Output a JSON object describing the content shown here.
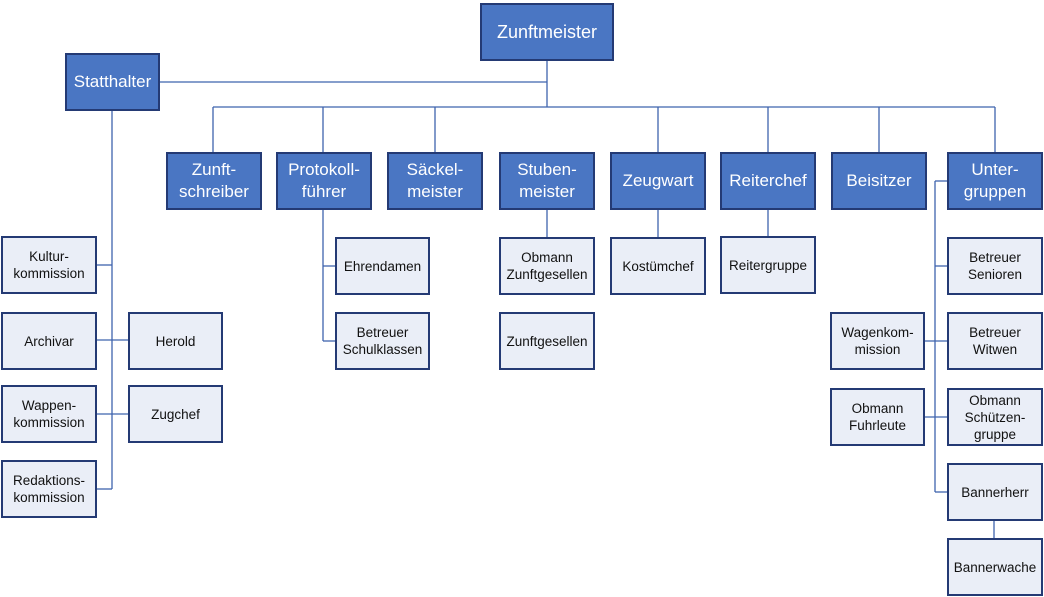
{
  "colors": {
    "primary_fill": "#4a76c3",
    "secondary_fill": "#eaeef7",
    "border": "#243a74",
    "connector": "#3f63ad"
  },
  "nodes": {
    "zunftmeister": "Zunftmeister",
    "statthalter": "Statthalter",
    "zunftschreiber": "Zunft-\nschreiber",
    "protokollfuehrer": "Protokoll-\nführer",
    "saeckelmeister": "Säckel-\nmeister",
    "stubenmeister": "Stuben-\nmeister",
    "zeugwart": "Zeugwart",
    "reiterchef": "Reiterchef",
    "beisitzer": "Beisitzer",
    "untergruppen": "Unter-\ngruppen",
    "kulturkommission": "Kultur-\nkommission",
    "archivar": "Archivar",
    "herold": "Herold",
    "wappenkommission": "Wappen-\nkommission",
    "zugchef": "Zugchef",
    "redaktionskommission": "Redaktions-\nkommission",
    "ehrendamen": "Ehrendamen",
    "betreuer_schulklassen": "Betreuer\nSchulklassen",
    "obmann_zunftgesellen": "Obmann\nZunftgesellen",
    "zunftgesellen": "Zunftgesellen",
    "kostuemchef": "Kostümchef",
    "reitergruppe": "Reitergruppe",
    "wagenkommission": "Wagenkom-\nmission",
    "obmann_fuhrleute": "Obmann\nFuhrleute",
    "betreuer_senioren": "Betreuer\nSenioren",
    "betreuer_witwen": "Betreuer\nWitwen",
    "obmann_schuetzengruppe": "Obmann\nSchützen-\ngruppe",
    "bannerherr": "Bannerherr",
    "bannerwache": "Bannerwache"
  }
}
